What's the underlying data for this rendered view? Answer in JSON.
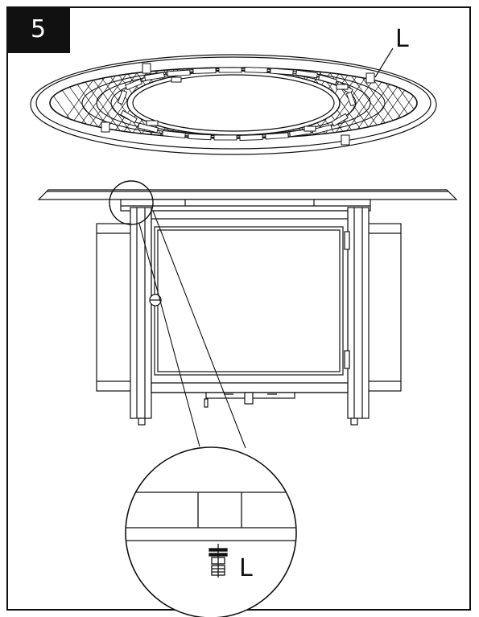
{
  "step": {
    "number": "5"
  },
  "callouts": {
    "top_part": "L",
    "detail_part": "L"
  },
  "colors": {
    "ink": "#111111",
    "badge": "#111111",
    "paper": "#ffffff"
  }
}
